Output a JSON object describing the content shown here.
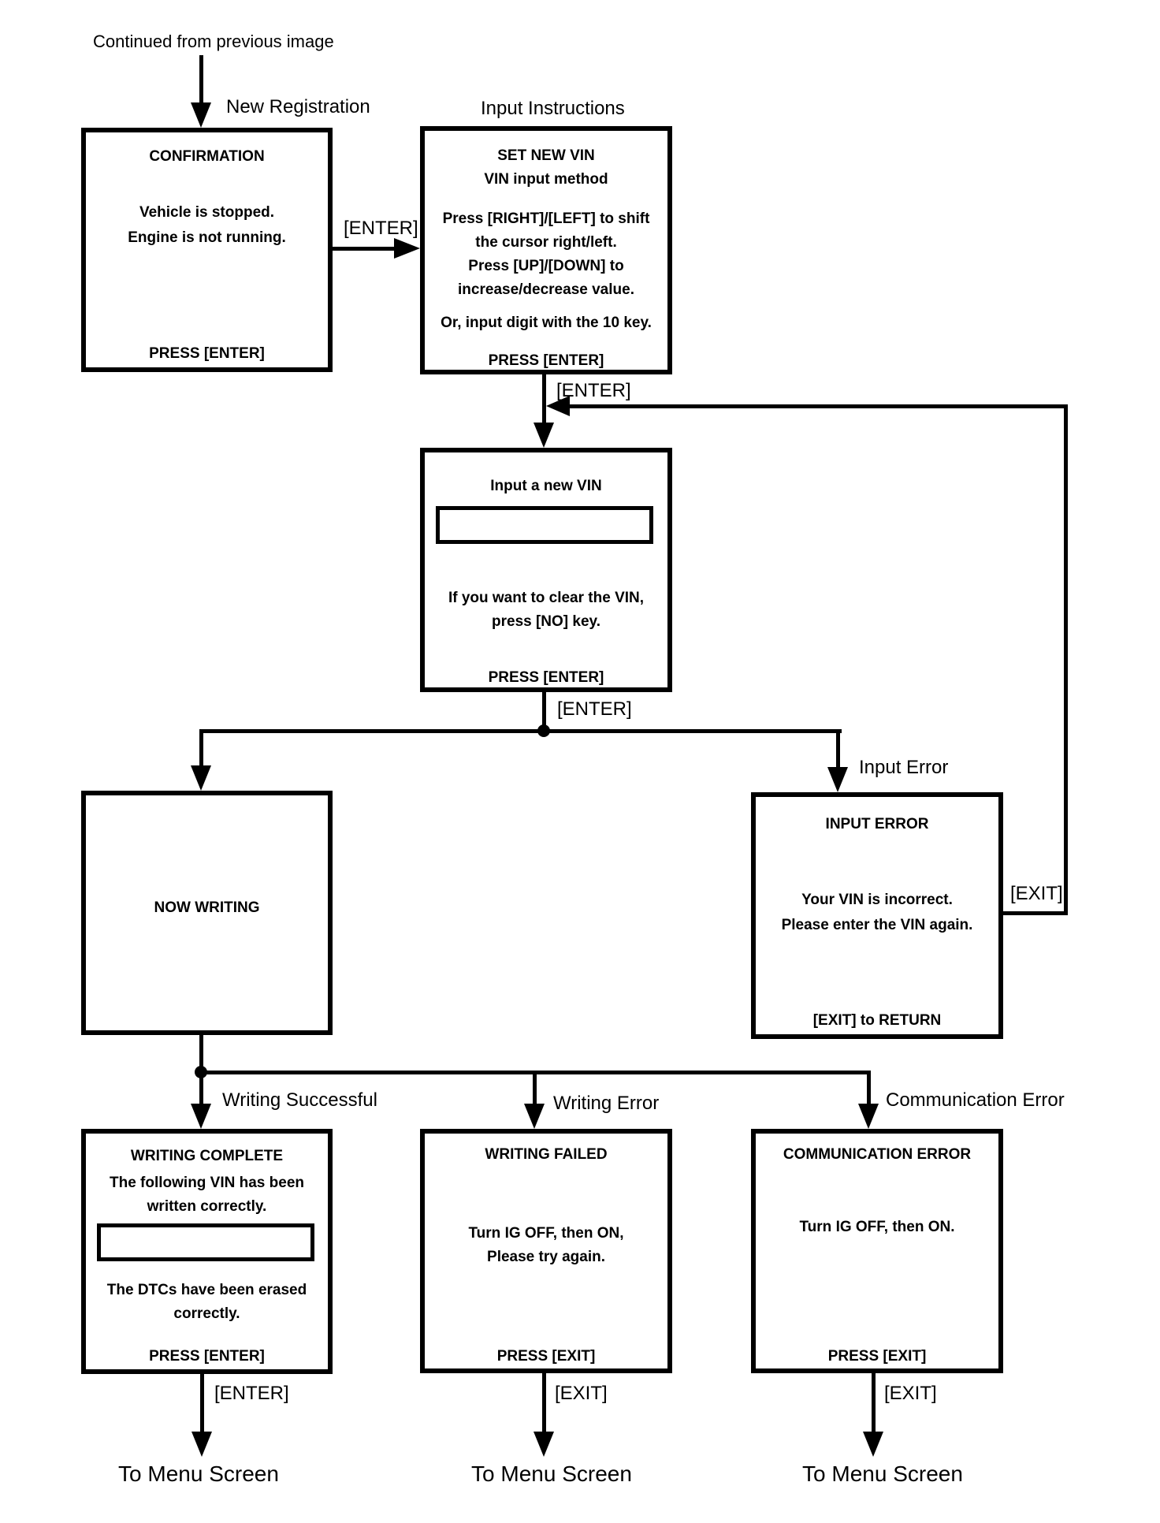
{
  "colors": {
    "ink": "#000000",
    "paper": "#ffffff"
  },
  "annotations": {
    "continued_from": "Continued from previous image",
    "new_registration": "New Registration",
    "input_instructions": "Input Instructions",
    "enter_to_instructions": "[ENTER]",
    "enter_to_input": "[ENTER]",
    "enter_from_input": "[ENTER]",
    "input_error": "Input Error",
    "exit_return": "[EXIT]",
    "writing_successful": "Writing Successful",
    "writing_error": "Writing Error",
    "communication_error": "Communication Error",
    "enter_to_menu": "[ENTER]",
    "exit_to_menu_mid": "[EXIT]",
    "exit_to_menu_right": "[EXIT]",
    "to_menu_left": "To Menu Screen",
    "to_menu_mid": "To Menu Screen",
    "to_menu_right": "To Menu Screen"
  },
  "screens": {
    "confirmation": {
      "title": "CONFIRMATION",
      "body": [
        "Vehicle is stopped.",
        "Engine is not running."
      ],
      "footer": "PRESS [ENTER]"
    },
    "set_new_vin": {
      "title": "SET NEW VIN",
      "subtitle": "VIN input method",
      "body": [
        "Press [RIGHT]/[LEFT] to shift",
        "the cursor right/left.",
        "Press [UP]/[DOWN] to",
        "increase/decrease value."
      ],
      "note": "Or, input digit with the 10 key.",
      "footer": "PRESS [ENTER]"
    },
    "input_vin": {
      "title": "Input a new VIN",
      "input_value": "",
      "body": [
        "If you want to clear the VIN,",
        "press [NO] key."
      ],
      "footer": "PRESS [ENTER]"
    },
    "now_writing": {
      "title": "NOW WRITING"
    },
    "input_error": {
      "title": "INPUT ERROR",
      "body": [
        "Your VIN is incorrect.",
        "Please enter the VIN again."
      ],
      "footer": "[EXIT] to RETURN"
    },
    "writing_complete": {
      "title": "WRITING COMPLETE",
      "body1": [
        "The following VIN has been",
        "written correctly."
      ],
      "input_value": "",
      "body2": [
        "The DTCs have been erased",
        "correctly."
      ],
      "footer": "PRESS [ENTER]"
    },
    "writing_failed": {
      "title": "WRITING FAILED",
      "body": [
        "Turn IG OFF, then ON,",
        "Please try again."
      ],
      "footer": "PRESS [EXIT]"
    },
    "communication_error": {
      "title": "COMMUNICATION ERROR",
      "body": [
        "Turn IG OFF, then ON."
      ],
      "footer": "PRESS [EXIT]"
    }
  }
}
